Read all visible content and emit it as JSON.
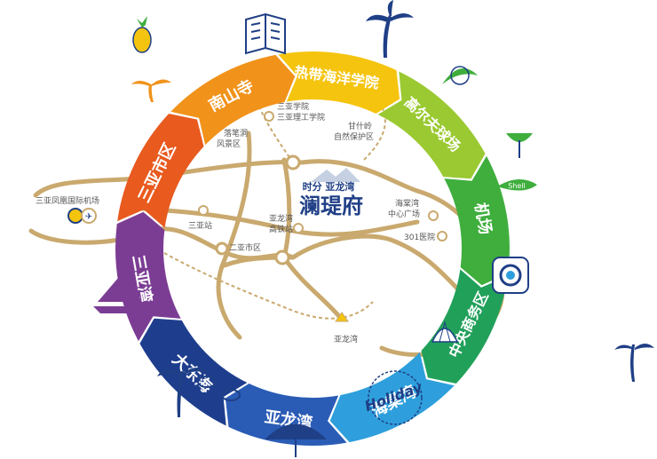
{
  "ring_segments": [
    {
      "label": "热带海洋学院",
      "color": "#f5c40e"
    },
    {
      "label": "高尔夫球场",
      "color": "#9ac931"
    },
    {
      "label": "机场",
      "color": "#3fae3d"
    },
    {
      "label": "中央商务区",
      "color": "#21a05a"
    },
    {
      "label": "海棠湾",
      "color": "#2e9fdc"
    },
    {
      "label": "亚龙湾",
      "color": "#2a5cb5"
    },
    {
      "label": "大东海",
      "color": "#1e3e8d"
    },
    {
      "label": "三亚湾",
      "color": "#7b3d94"
    },
    {
      "label": "三亚市区",
      "color": "#e85a1e"
    },
    {
      "label": "南山寺",
      "color": "#f1921a"
    }
  ],
  "map_labels": {
    "airport": "三亚凤凰国际机场",
    "university": "三亚学院",
    "tech_institute": "三亚理工学院",
    "luobidong": "落笔洞",
    "scenic_area": "风景区",
    "ganshiling": "甘什岭",
    "nature_reserve": "自然保护区",
    "sanya_station": "三亚站",
    "yalongwan_station": "亚龙湾",
    "rail_station": "高铁站",
    "district": "二亚市区",
    "haitangwan": "海棠湾",
    "center_square": "中心广场",
    "hospital": "301医院",
    "yalongwan": "亚龙湾"
  },
  "brand": {
    "subtitle": "时分 亚龙湾",
    "title": "澜瑅府"
  },
  "decor": {
    "shell_tag": "Shell",
    "holiday": "Holiday"
  },
  "colors": {
    "road": "#c9a96e",
    "brand_blue": "#1f3f86"
  }
}
